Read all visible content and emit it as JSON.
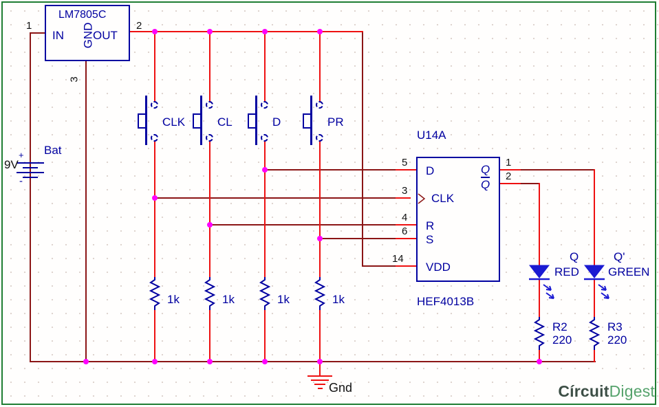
{
  "regulator": {
    "name": "LM7805C",
    "in": "IN",
    "gnd": "GND",
    "out": "OUT",
    "pin1": "1",
    "pin2": "2",
    "pin3": "3"
  },
  "battery": {
    "label": "Bat",
    "voltage": "9V",
    "plus": "+",
    "minus": "-"
  },
  "buttons": [
    {
      "label": "CLK"
    },
    {
      "label": "CL"
    },
    {
      "label": "D"
    },
    {
      "label": "PR"
    }
  ],
  "pullup_resistors": [
    {
      "value": "1k"
    },
    {
      "value": "1k"
    },
    {
      "value": "1k"
    },
    {
      "value": "1k"
    }
  ],
  "chip": {
    "ref": "U14A",
    "part": "HEF4013B",
    "left_pins": [
      {
        "num": "5",
        "label": "D"
      },
      {
        "num": "3",
        "label": "CLK"
      },
      {
        "num": "4",
        "label": "R"
      },
      {
        "num": "6",
        "label": "S"
      },
      {
        "num": "14",
        "label": "VDD"
      }
    ],
    "right_pins": [
      {
        "num": "1",
        "label": "Q"
      },
      {
        "num": "2",
        "label": "Q"
      }
    ]
  },
  "leds": [
    {
      "signal": "Q",
      "color": "RED"
    },
    {
      "signal": "Q'",
      "color": "GREEN"
    }
  ],
  "led_resistors": [
    {
      "ref": "R2",
      "value": "220"
    },
    {
      "ref": "R3",
      "value": "220"
    }
  ],
  "ground": {
    "label": "Gnd"
  },
  "logo": {
    "first": "Círcuit",
    "second": "Digest"
  },
  "colors": {
    "wire_bright": "#ee1010",
    "wire_dark": "#8b1515",
    "junction": "#ff00ff",
    "symbol_blue": "#0000a0",
    "led_blue": "#1a1ad2",
    "frame_green": "#1e7d32"
  }
}
